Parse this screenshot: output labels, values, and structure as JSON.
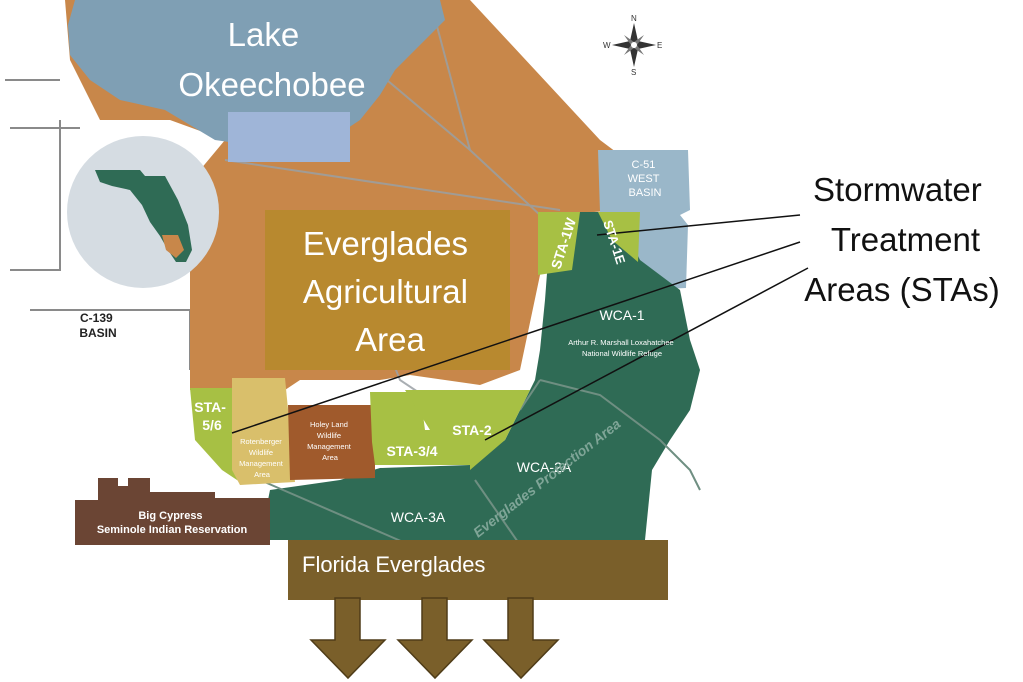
{
  "labels": {
    "lake": [
      "Lake",
      "Okeechobee"
    ],
    "eaa": [
      "Everglades",
      "Agricultural",
      "Area"
    ],
    "stas_callout": [
      "Stormwater",
      "Treatment",
      "Areas (STAs)"
    ],
    "c51": [
      "C-51",
      "WEST",
      "BASIN"
    ],
    "c139": [
      "C-139",
      "BASIN"
    ],
    "wca1": "WCA-1",
    "wca1_sub": [
      "Arthur R. Marshall Loxahatchee",
      "National Wildlife Refuge"
    ],
    "sta56": [
      "STA-",
      "5/6"
    ],
    "rotenberger": [
      "Rotenberger",
      "Wildlife",
      "Management",
      "Area"
    ],
    "holeyland": [
      "Holey Land",
      "Wildlife",
      "Management",
      "Area"
    ],
    "sta34": "STA-3/4",
    "sta2": "STA-2",
    "sta1w": "STA-1W",
    "sta1e": "STA-1E",
    "wca2a": "WCA-2A",
    "wca3a": "WCA-3A",
    "epa": "Everglades Protection Area",
    "big_cypress": [
      "Big Cypress",
      "Seminole Indian Reservation"
    ],
    "florida_everglades": "Florida Everglades"
  },
  "compass": {
    "n": "N",
    "s": "S",
    "e": "E",
    "w": "W"
  },
  "colors": {
    "lake": "#7f9fb4",
    "agri": "#c8874a",
    "eaa_box": "#b8892f",
    "wca": "#2f6b55",
    "sta": "#a7c044",
    "c51": "#9ab7c9",
    "rotenberger": "#d9bf6b",
    "holeyland": "#a05a2c",
    "reservation": "#6b4534",
    "banner": "#7a5f2a",
    "arrow": "#7a5f2a",
    "road": "#8a8a8a"
  }
}
